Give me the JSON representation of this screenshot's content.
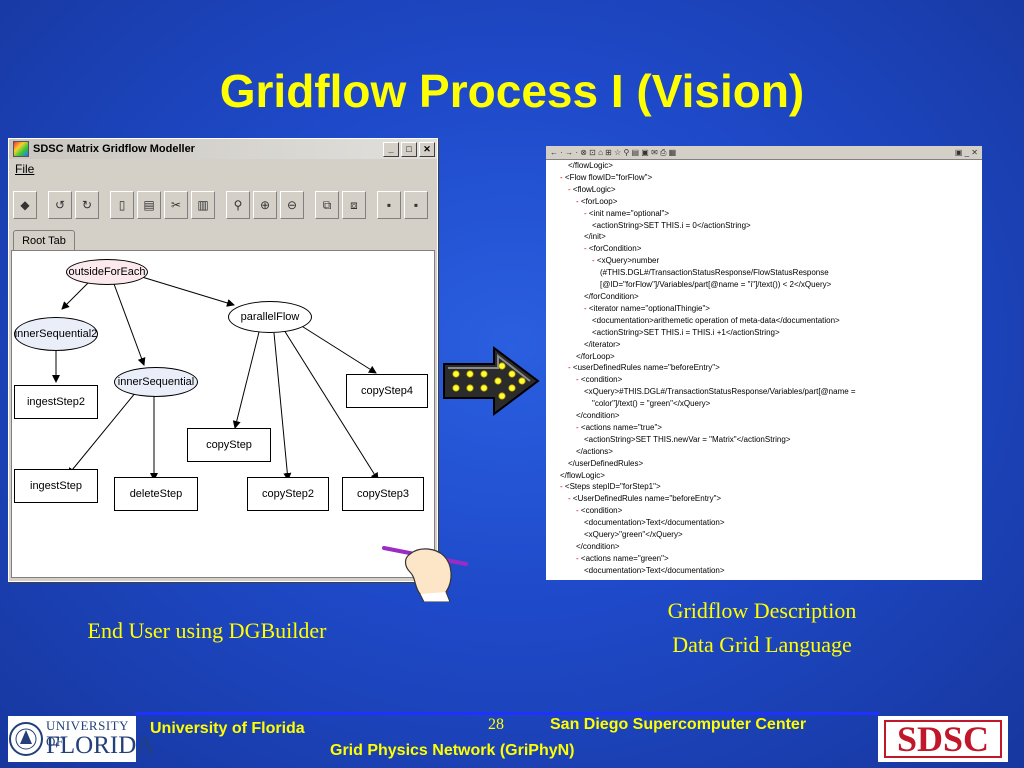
{
  "slide": {
    "title": "Gridflow Process I (Vision)",
    "left_caption": "End User using DGBuilder",
    "right_caption_line1": "Gridflow Description",
    "right_caption_line2": "Data Grid Language",
    "page_number": "28"
  },
  "footer": {
    "left": "University of Florida",
    "right": "San Diego Supercomputer Center",
    "center": "Grid Physics Network (GriPhyN)"
  },
  "logos": {
    "uf_top": "UNIVERSITY OF",
    "uf_bottom": "FLORIDA",
    "sdsc": "SDSC"
  },
  "app": {
    "window_title": "SDSC Matrix Gridflow Modeller",
    "menu_file": "File",
    "tab_label": "Root Tab",
    "nodes": {
      "outsideForEach": "outsideForEach",
      "innerSequential2": "innerSequential2",
      "parallelFlow": "parallelFlow",
      "innerSequential": "innerSequential",
      "ingestStep2": "ingestStep2",
      "copyStep4": "copyStep4",
      "copyStep": "copyStep",
      "ingestStep": "ingestStep",
      "deleteStep": "deleteStep",
      "copyStep2": "copyStep2",
      "copyStep3": "copyStep3"
    }
  },
  "xml_lines": [
    "</flowLogic>",
    "- <Flow flowID=\"forFlow\">",
    "- <flowLogic>",
    "- <forLoop>",
    "- <init name=\"optional\">",
    "<actionString>SET THIS.i = 0</actionString>",
    "</init>",
    "- <forCondition>",
    "- <xQuery>number",
    "(#THIS.DGL#/TransactionStatusResponse/FlowStatusResponse",
    "[@ID=\"forFlow\"]/Variables/part[@name = \"i\"]/text()) < 2</xQuery>",
    "</forCondition>",
    "- <iterator name=\"optionalThingie\">",
    "<documentation>arithemetic operation of meta-data</documentation>",
    "<actionString>SET THIS.i = THIS.i +1</actionString>",
    "</iterator>",
    "</forLoop>",
    "- <userDefinedRules name=\"beforeEntry\">",
    "- <condition>",
    "<xQuery>#THIS.DGL#/TransactionStatusResponse/Variables/part[@name =",
    "\"color\"]/text() = \"green\"</xQuery>",
    "</condition>",
    "- <actions name=\"true\">",
    "<actionString>SET THIS.newVar = \"Matrix\"</actionString>",
    "</actions>",
    "</userDefinedRules>",
    "</flowLogic>",
    "- <Steps stepID=\"forStep1\">",
    "- <UserDefinedRules name=\"beforeEntry\">",
    "- <condition>",
    "<documentation>Text</documentation>",
    "<xQuery>\"green\"</xQuery>",
    "</condition>",
    "- <actions name=\"green\">",
    "<documentation>Text</documentation>"
  ],
  "colors": {
    "title": "#ffff00",
    "background": "#1e49c8",
    "footer_line": "#2030ff"
  }
}
